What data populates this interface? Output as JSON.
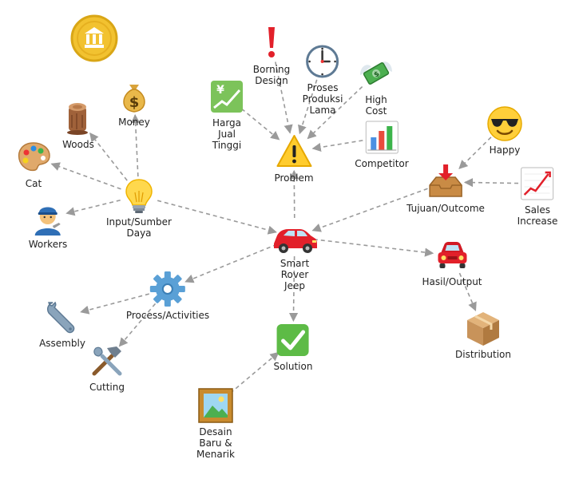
{
  "nodes": [
    {
      "id": "money",
      "label": "Money",
      "icon": "money-bag-icon"
    },
    {
      "id": "woods",
      "label": "Woods",
      "icon": "wood-log-icon"
    },
    {
      "id": "cat",
      "label": "Cat",
      "icon": "paint-palette-icon"
    },
    {
      "id": "workers",
      "label": "Workers",
      "icon": "mechanic-worker-icon"
    },
    {
      "id": "input",
      "label": "Input/Sumber\nDaya",
      "icon": "light-bulb-icon"
    },
    {
      "id": "harga",
      "label": "Harga\nJual\nTinggi",
      "icon": "chart-increasing-yen-icon"
    },
    {
      "id": "borning",
      "label": "Borning\nDesign",
      "icon": "exclamation-icon"
    },
    {
      "id": "proses",
      "label": "Proses\nProduksi\nLama",
      "icon": "clock-icon"
    },
    {
      "id": "highcost",
      "label": "High\nCost",
      "icon": "money-wings-icon"
    },
    {
      "id": "problem",
      "label": "Problem",
      "icon": "warning-icon"
    },
    {
      "id": "competitor",
      "label": "Competitor",
      "icon": "bar-chart-icon"
    },
    {
      "id": "happy",
      "label": "Happy",
      "icon": "sunglasses-face-icon"
    },
    {
      "id": "tujuan",
      "label": "Tujuan/Outcome",
      "icon": "inbox-tray-icon"
    },
    {
      "id": "sales",
      "label": "Sales\nIncrease",
      "icon": "chart-increasing-icon"
    },
    {
      "id": "jeep",
      "label": "Smart\nRover\nJeep",
      "icon": "red-car-icon"
    },
    {
      "id": "hasil",
      "label": "Hasil/Output",
      "icon": "red-car-front-icon"
    },
    {
      "id": "distribution",
      "label": "Distribution",
      "icon": "package-box-icon"
    },
    {
      "id": "process",
      "label": "Process/Activities",
      "icon": "gear-icon"
    },
    {
      "id": "assembly",
      "label": "Assembly",
      "icon": "wrench-icon"
    },
    {
      "id": "cutting",
      "label": "Cutting",
      "icon": "hammer-wrench-icon"
    },
    {
      "id": "solution",
      "label": "Solution",
      "icon": "check-mark-button-icon"
    },
    {
      "id": "desain",
      "label": "Desain\nBaru &\nMenarik",
      "icon": "framed-picture-icon"
    },
    {
      "id": "bank",
      "label": "",
      "icon": "bank-coin-icon"
    }
  ],
  "edges": [
    {
      "from": "input",
      "to": "money"
    },
    {
      "from": "input",
      "to": "woods"
    },
    {
      "from": "input",
      "to": "cat"
    },
    {
      "from": "input",
      "to": "workers"
    },
    {
      "from": "input",
      "to": "jeep"
    },
    {
      "from": "harga",
      "to": "problem"
    },
    {
      "from": "borning",
      "to": "problem"
    },
    {
      "from": "proses",
      "to": "problem"
    },
    {
      "from": "highcost",
      "to": "problem"
    },
    {
      "from": "competitor",
      "to": "problem"
    },
    {
      "from": "jeep",
      "to": "problem"
    },
    {
      "from": "happy",
      "to": "tujuan"
    },
    {
      "from": "sales",
      "to": "tujuan"
    },
    {
      "from": "tujuan",
      "to": "jeep"
    },
    {
      "from": "jeep",
      "to": "hasil"
    },
    {
      "from": "hasil",
      "to": "distribution"
    },
    {
      "from": "jeep",
      "to": "process"
    },
    {
      "from": "process",
      "to": "assembly"
    },
    {
      "from": "process",
      "to": "cutting"
    },
    {
      "from": "jeep",
      "to": "solution"
    },
    {
      "from": "desain",
      "to": "solution"
    }
  ],
  "colors": {
    "edge": "#9a9a9a",
    "label": "#222222"
  }
}
